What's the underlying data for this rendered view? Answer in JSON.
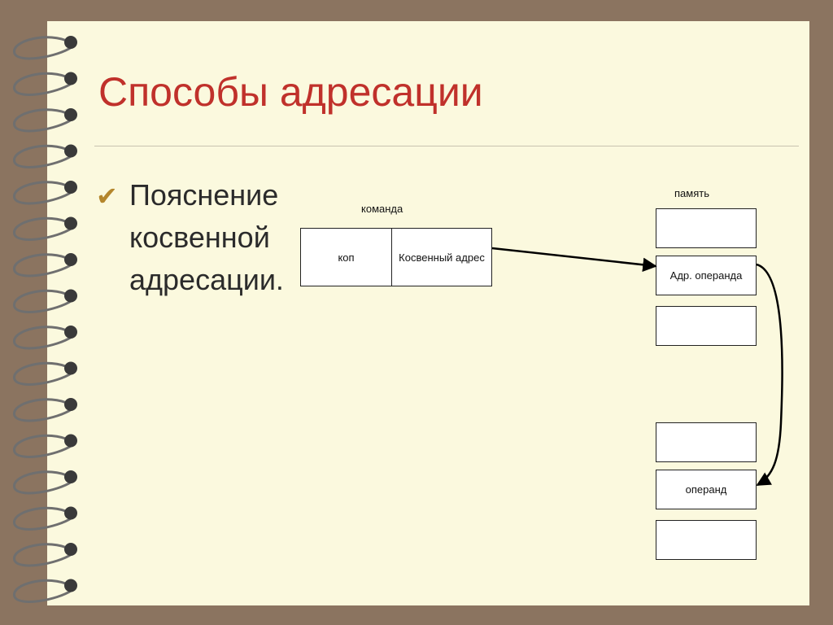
{
  "slide": {
    "title": "Способы адресации",
    "bullet_lines": [
      "Пояснение",
      "косвенной",
      "адресации."
    ]
  },
  "diagram": {
    "command_label": "команда",
    "command_cells": [
      "коп",
      "Косвенный адрес"
    ],
    "memory_label": "память",
    "memory_cells": [
      "",
      "Адр. операнда",
      "",
      "",
      "операнд",
      ""
    ]
  },
  "colors": {
    "title": "#c0312b",
    "paper": "#fbf9de",
    "frame": "#8b7460",
    "bullet_mark": "#b4862c"
  },
  "icons": {
    "bullet": "checkmark-icon",
    "binding": "spiral-binding"
  }
}
